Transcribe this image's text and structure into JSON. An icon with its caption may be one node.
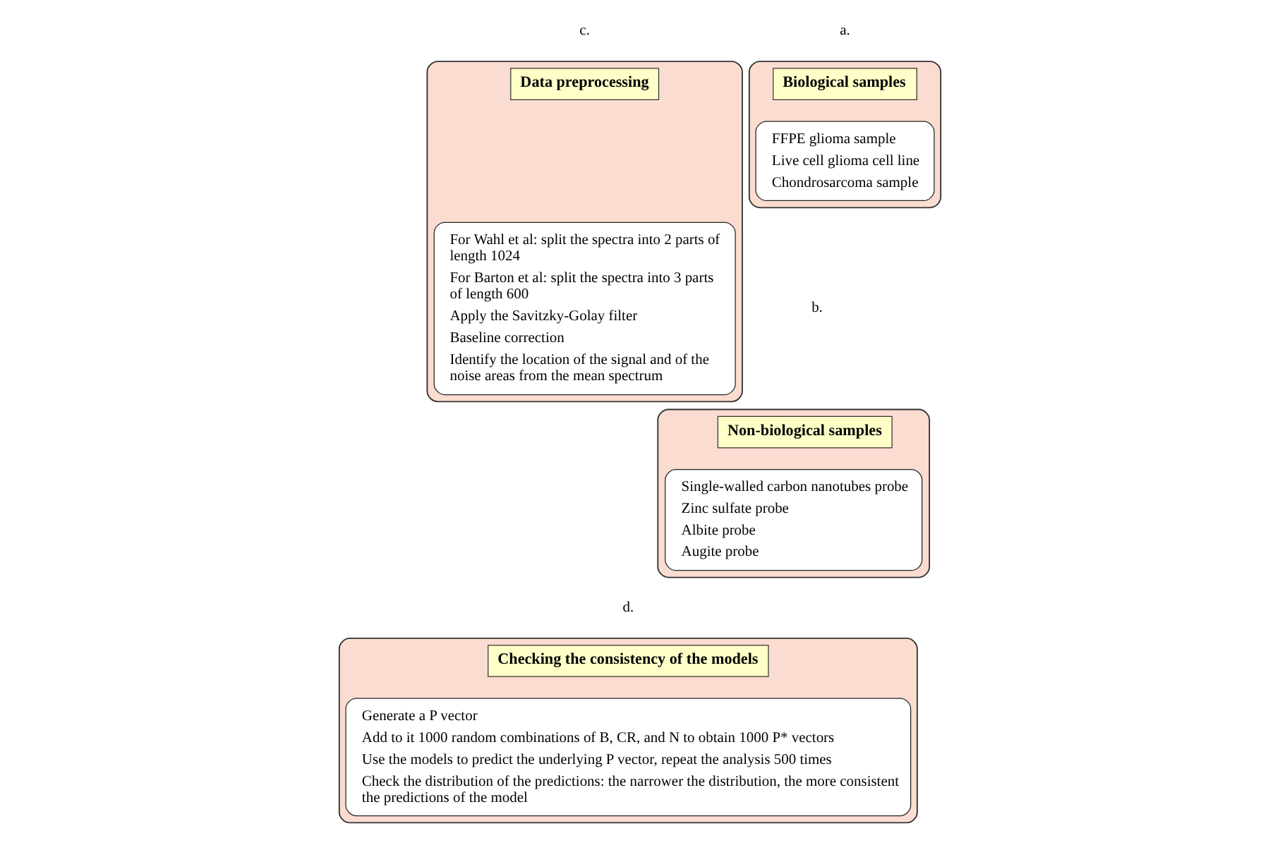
{
  "diagram": {
    "nodes": [
      {
        "text": [],
        "shape": "box"
      },
      {
        "text": [
          "Biological samples"
        ],
        "in": 0
      },
      {
        "text": [
          "FFPE glioma sample",
          "Live cell glioma cell line",
          "Chondrosarcoma sample"
        ],
        "in": 0
      },
      {
        "text": [],
        "shape": "box"
      },
      {
        "text": [
          "Non-biological samples"
        ],
        "in": 3
      },
      {
        "text": [
          "Single-walled carbon nanotubes probe",
          "Zinc sulfate probe",
          "Albite probe",
          "Augite probe"
        ],
        "in": 3
      },
      {
        "text": [],
        "shape": "box"
      },
      {
        "text": [
          "Data preprocessing"
        ],
        "in": 6
      },
      {
        "text": [
          "For Wahl et al: split the spectra into 2 parts of length 1024",
          "For Barton et al: split the spectra into 3 parts of length 600",
          "Apply the Savitzky-Golay filter",
          "Baseline correction",
          "Identify the location of the signal and of the noise areas from the mean spectrum"
        ],
        "in": 6
      },
      {
        "text": [],
        "shape": "box"
      },
      {
        "text": [
          "Checking the consistency of the models"
        ],
        "in": 9
      },
      {
        "text": [
          "Generate a P vector",
          "Add to it 1000 random combinations of B, CR, and N to obtain 1000 P* vectors",
          "Use the models to predict the underlying P vector, repeat the analysis 500 times",
          "Check the distribution of the predictions: the narrower the distribution, the more consistent the predictions of the model"
        ],
        "in": 9
      }
    ],
    "edges": [],
    "labels": [
      "a.",
      "b.",
      "c.",
      "d."
    ]
  }
}
